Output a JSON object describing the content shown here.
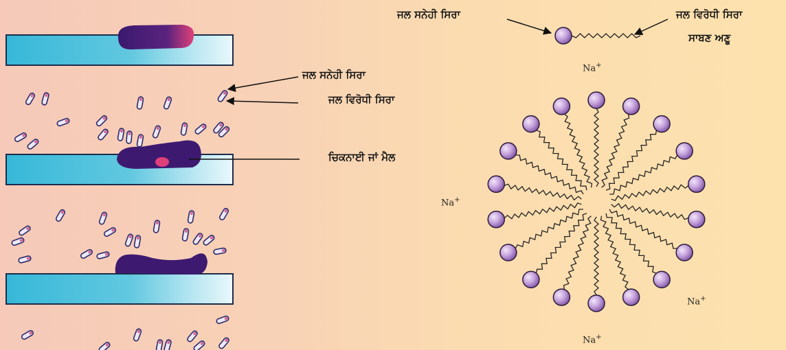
{
  "labels": {
    "hydrophilic_end": "ਜਲ ਸਨੇਹੀ ਸਿਰਾ",
    "hydrophobic_end": "ਜਲ ਵਿਰੋਧੀ ਸਿਰਾ",
    "soap_molecule": "ਸਾਬਣ ਅਣੂ",
    "dirt": "ਚਿਕਨਾਈ ਜਾਂ ਮੈਲ"
  },
  "ions": {
    "na_label": "Na",
    "na_charge": "+"
  },
  "colors": {
    "plate": "#37b8d8",
    "dirt": "#3a1a6e",
    "dirt_highlight": "#e0407a",
    "head": "#c6a3dc",
    "tail": "#222222",
    "background": "#fbdcb0"
  }
}
